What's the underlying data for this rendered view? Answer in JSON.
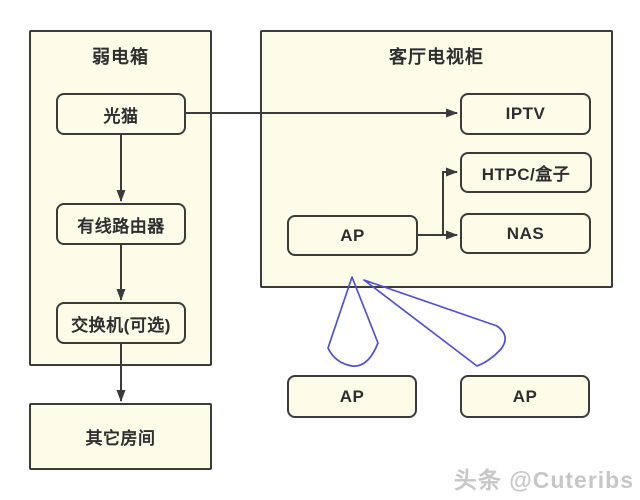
{
  "colors": {
    "box_fill": "#FDFCE8",
    "box_border": "#3B3B3B",
    "arrow": "#3B3B3B",
    "wifi_beam": "#4F4FD8",
    "watermark_text": "#C7C7C7"
  },
  "weak_box": {
    "title": "弱电箱"
  },
  "tv_cabinet": {
    "title": "客厅电视柜"
  },
  "nodes": {
    "optical_modem": "光猫",
    "wired_router": "有线路由器",
    "switch_optional": "交换机(可选)",
    "other_room": "其它房间",
    "iptv": "IPTV",
    "htpc": "HTPC/盒子",
    "ap_cabinet": "AP",
    "nas": "NAS",
    "ap_room_left": "AP",
    "ap_room_right": "AP"
  },
  "watermark": "头条 @Cuteribs"
}
